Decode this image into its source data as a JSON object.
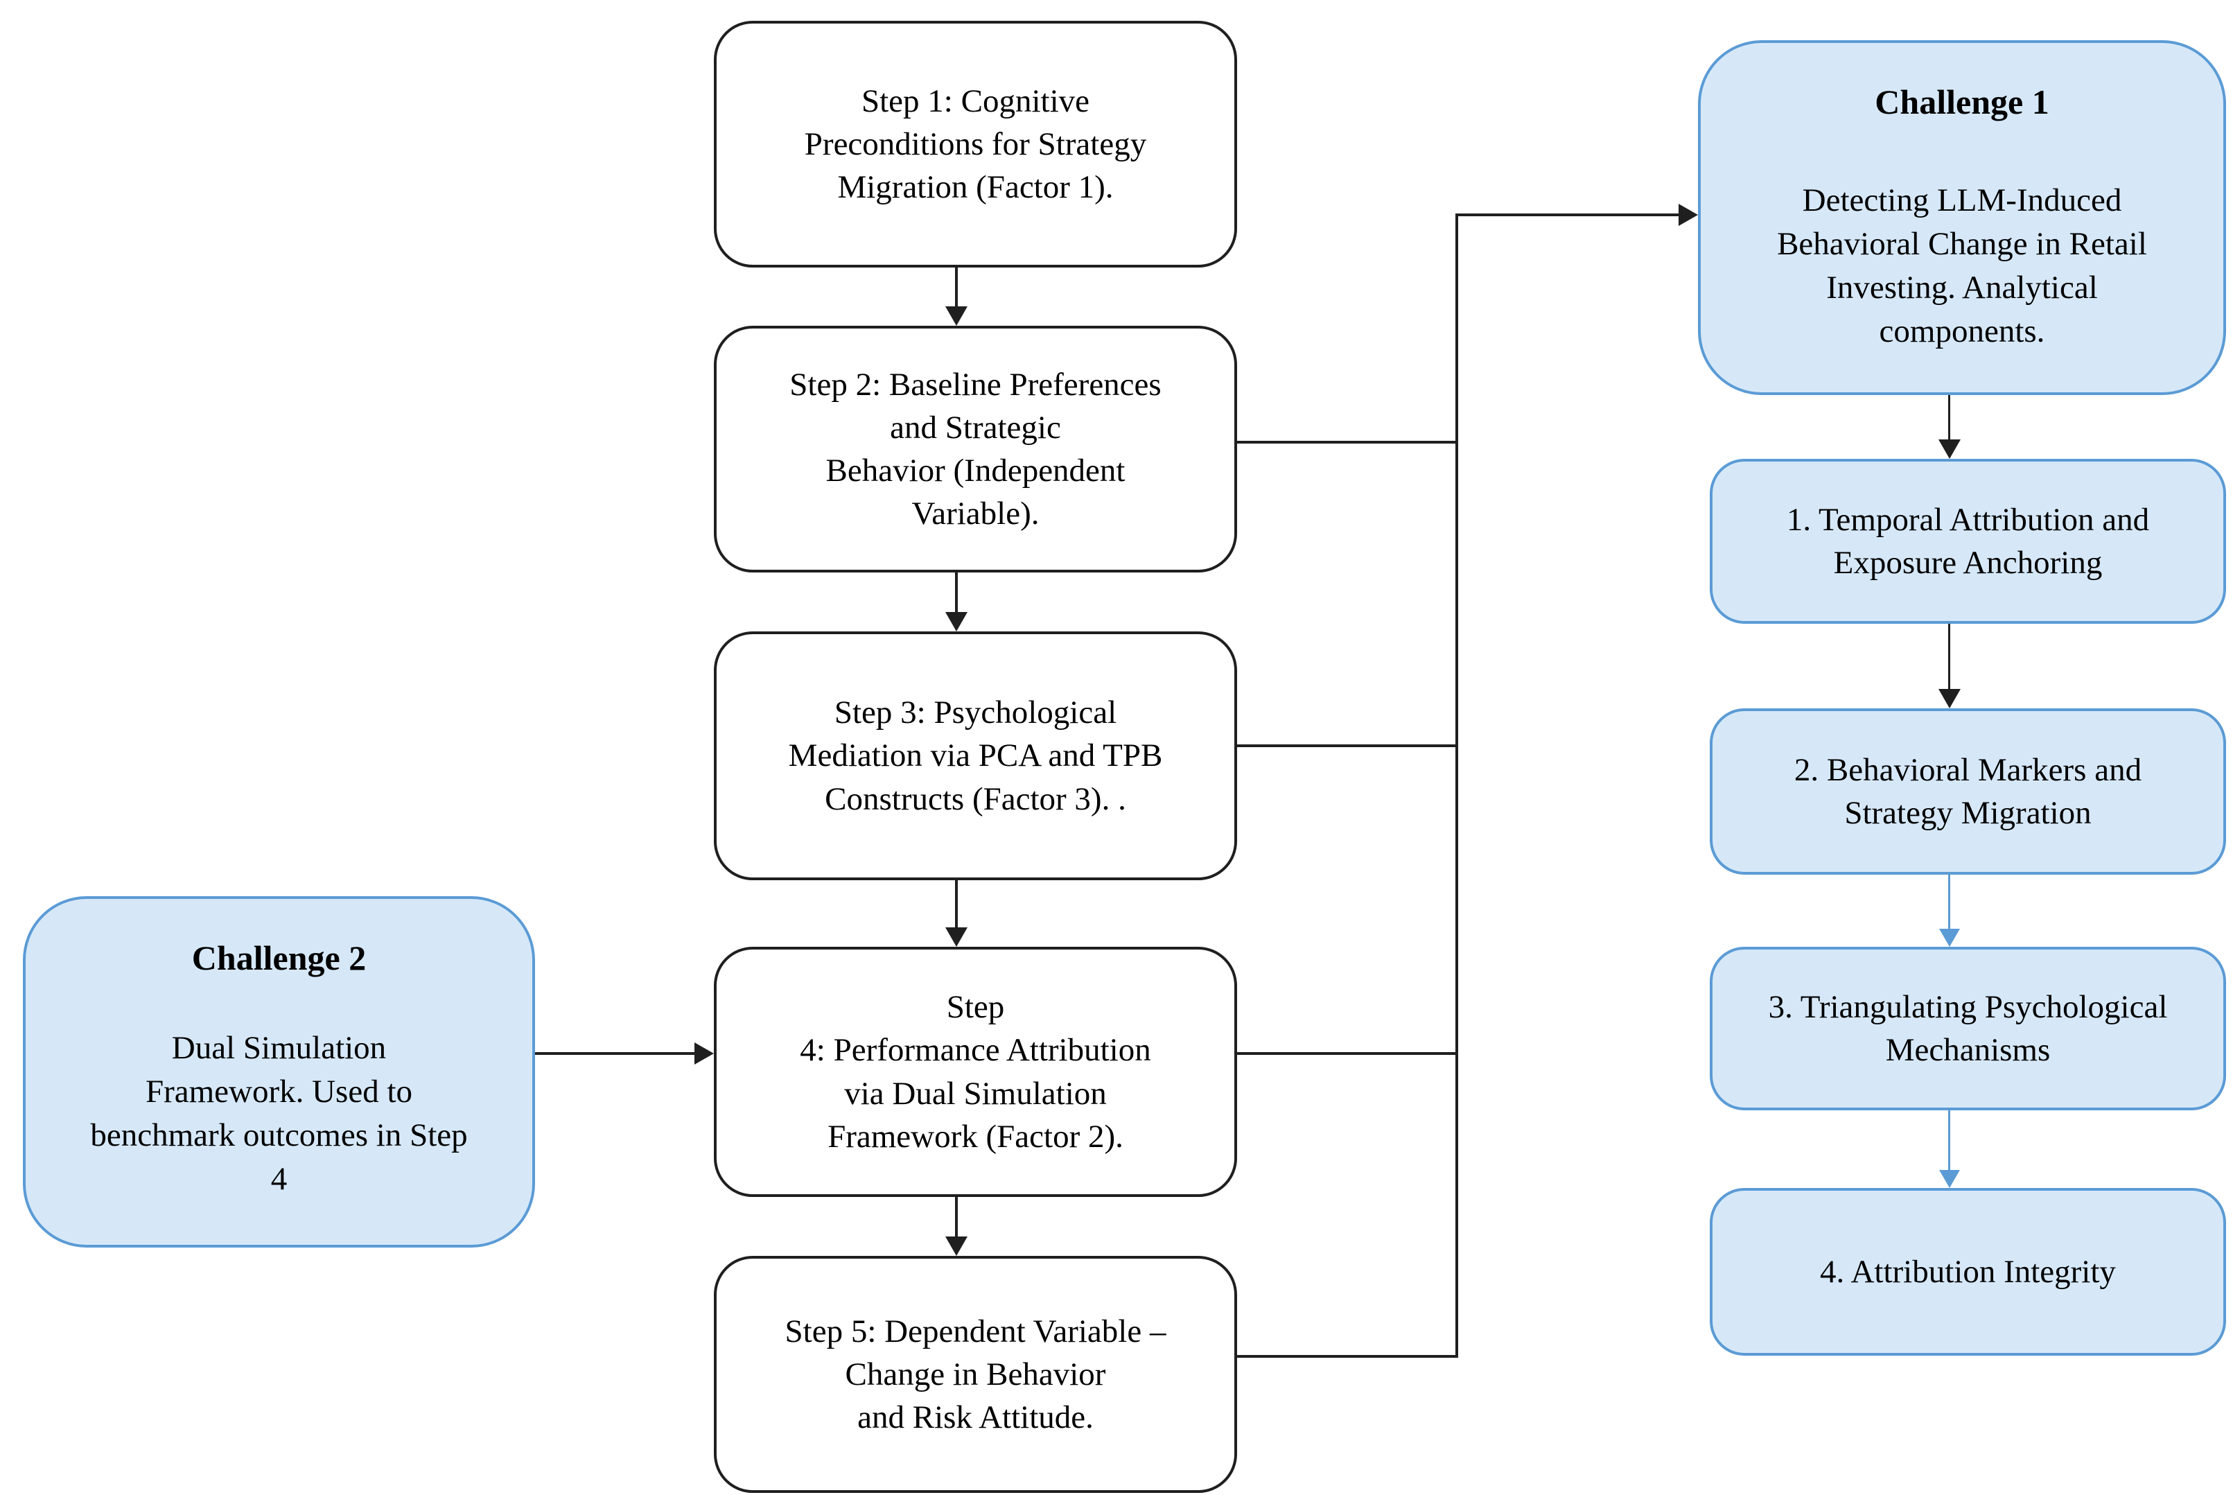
{
  "figure": {
    "middle_steps": [
      {
        "label": "Step 1: Cognitive\nPreconditions for Strategy\nMigration (Factor 1)."
      },
      {
        "label": "Step 2: Baseline Preferences\nand Strategic\nBehavior (Independent\nVariable)."
      },
      {
        "label": "Step 3: Psychological\nMediation via PCA and TPB\nConstructs (Factor 3). ."
      },
      {
        "label": "Step\n4: Performance Attribution\nvia Dual Simulation\nFramework  (Factor 2)."
      },
      {
        "label": "Step 5: Dependent Variable –\nChange in Behavior\nand Risk Attitude."
      }
    ],
    "challenge_2": {
      "title": "Challenge 2",
      "body": "Dual Simulation\nFramework. Used to\nbenchmark outcomes in Step\n4"
    },
    "challenge_1": {
      "title": "Challenge 1",
      "body": "Detecting LLM-Induced\nBehavioral Change in Retail\nInvesting. Analytical\ncomponents."
    },
    "analysis_items": [
      {
        "label": "1. Temporal Attribution and\nExposure Anchoring"
      },
      {
        "label": "2. Behavioral Markers and\nStrategy Migration"
      },
      {
        "label": "3. Triangulating Psychological\nMechanisms"
      },
      {
        "label": "4. Attribution Integrity"
      }
    ],
    "colors": {
      "blue_box_fill": "#d6e8f8",
      "blue_box_border": "#5b9bd5",
      "black_line": "#1f1f1f",
      "blue_arrow": "#5b9bd5"
    }
  }
}
